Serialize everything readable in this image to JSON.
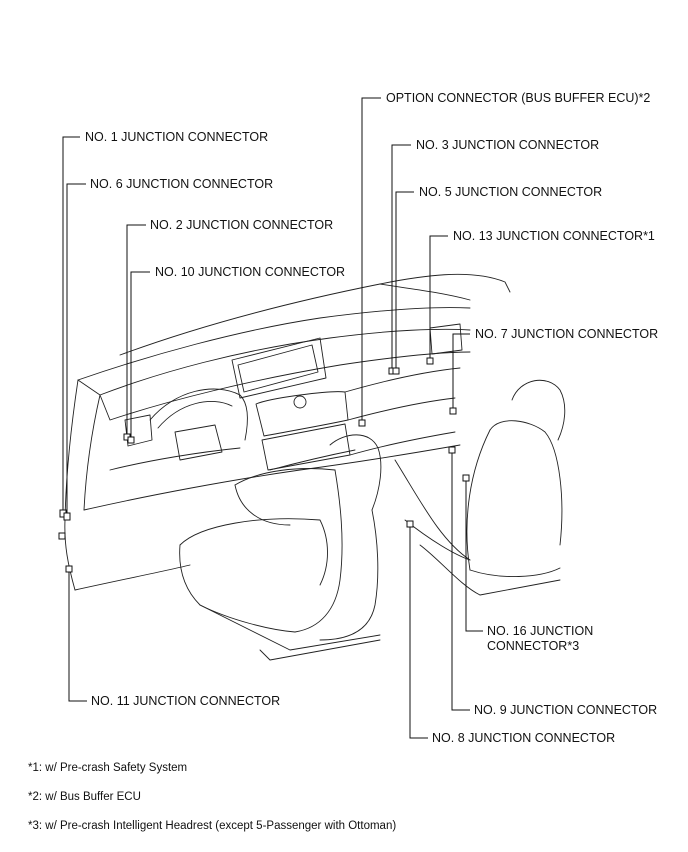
{
  "callouts": {
    "option_connector": "OPTION CONNECTOR (BUS BUFFER ECU)*2",
    "no1": "NO. 1 JUNCTION CONNECTOR",
    "no3": "NO. 3 JUNCTION CONNECTOR",
    "no6": "NO. 6 JUNCTION CONNECTOR",
    "no5": "NO. 5 JUNCTION CONNECTOR",
    "no2": "NO. 2 JUNCTION CONNECTOR",
    "no13": "NO. 13 JUNCTION CONNECTOR*1",
    "no10": "NO. 10 JUNCTION CONNECTOR",
    "no7": "NO. 7 JUNCTION CONNECTOR",
    "no16": "NO. 16 JUNCTION CONNECTOR*3",
    "no11": "NO. 11 JUNCTION CONNECTOR",
    "no9": "NO. 9 JUNCTION CONNECTOR",
    "no8": "NO. 8 JUNCTION CONNECTOR"
  },
  "footnotes": [
    "*1: w/ Pre-crash Safety System",
    "*2: w/ Bus Buffer ECU",
    "*3: w/ Pre-crash Intelligent Headrest (except 5-Passenger with Ottoman)"
  ]
}
